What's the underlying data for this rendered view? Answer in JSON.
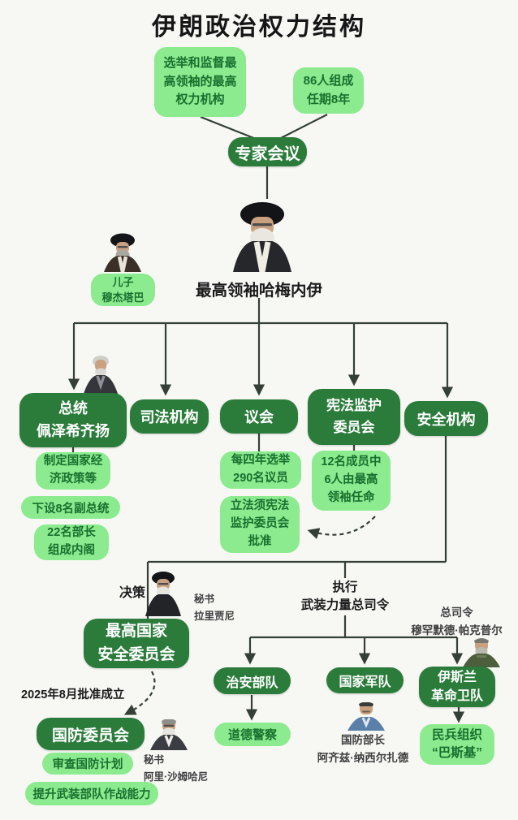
{
  "title": "伊朗政治权力结构",
  "colors": {
    "dark_box": "#2b7c3b",
    "light_box": "#8ceb8f",
    "light_box_text": "#18702e",
    "connector": "#343f36"
  },
  "experts_note1": {
    "l1": "选举和监督最",
    "l2": "高领袖的最高",
    "l3": "权力机构"
  },
  "experts_note2": {
    "l1": "86人组成",
    "l2": "任期8年"
  },
  "experts": "专家会议",
  "supreme_leader": "最高领袖哈梅内伊",
  "son": {
    "l1": "儿子",
    "l2": "穆杰塔巴"
  },
  "president": {
    "l1": "总统",
    "l2": "佩泽希齐扬"
  },
  "president_note1": {
    "l1": "制定国家经",
    "l2": "济政策等"
  },
  "president_note2": "下设8名副总统",
  "president_note3": {
    "l1": "22名部长",
    "l2": "组成内阁"
  },
  "judiciary": "司法机构",
  "parliament": "议会",
  "parliament_note1": {
    "l1": "每四年选举",
    "l2": "290名议员"
  },
  "parliament_note2": {
    "l1": "立法须宪法",
    "l2": "监护委员会",
    "l3": "批准"
  },
  "guardian": {
    "l1": "宪法监护",
    "l2": "委员会"
  },
  "guardian_note": {
    "l1": "12名成员中",
    "l2": "6人由最高",
    "l3": "领袖任命"
  },
  "security": "安全机构",
  "decision": "决策",
  "snsc_secretary": {
    "l1": "秘书",
    "l2": "拉里贾尼"
  },
  "snsc": {
    "l1": "最高国家",
    "l2": "安全委员会"
  },
  "defense_established": "2025年8月批准成立",
  "defense_council": "国防委员会",
  "defense_secretary": {
    "l1": "秘书",
    "l2": "阿里·沙姆哈尼"
  },
  "defense_note1": "审查国防计划",
  "defense_note2": "提升武装部队作战能力",
  "execution": {
    "l1": "执行",
    "l2": "武装力量总司令"
  },
  "irgc_commander": {
    "l1": "总司令",
    "l2": "穆罕默德·帕克普尔"
  },
  "police": "治安部队",
  "morality_police": "道德警察",
  "army": "国家军队",
  "defense_minister": {
    "l1": "国防部长",
    "l2": "阿齐兹·纳西尔扎德"
  },
  "irgc": {
    "l1": "伊斯兰",
    "l2": "革命卫队"
  },
  "basij": {
    "l1": "民兵组织",
    "l2": "“巴斯基”"
  }
}
